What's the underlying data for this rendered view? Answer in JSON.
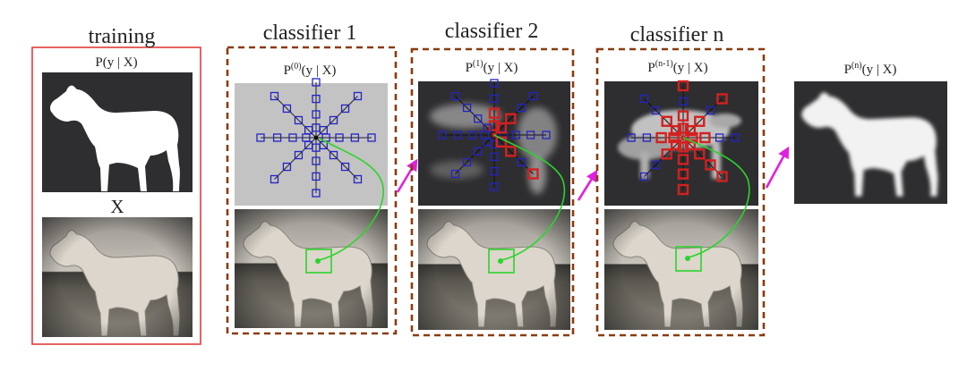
{
  "stages": [
    {
      "id": "training",
      "title": "training",
      "top_label_main": "P(y | X)",
      "bottom_label": "X"
    },
    {
      "id": "classifier-1",
      "title": "classifier 1",
      "label_main": "P",
      "label_sup": "(0)",
      "label_rest": "(y | X)"
    },
    {
      "id": "classifier-2",
      "title": "classifier 2",
      "label_main": "P",
      "label_sup": "(1)",
      "label_rest": "(y | X)"
    },
    {
      "id": "classifier-n",
      "title": "classifier n",
      "label_main": "P",
      "label_sup": "(n-1)",
      "label_rest": "(y | X)"
    },
    {
      "id": "output",
      "label_main": "P",
      "label_sup": "(n)",
      "label_rest": "(y | X)"
    }
  ],
  "colors": {
    "training_border": "#e23b3b",
    "classifier_border": "#8b3a0f",
    "context_blue": "#2323c8",
    "context_red": "#d42020",
    "link_green": "#2bd42b",
    "arrow_magenta": "#e020e0",
    "dark_bg": "#2e2e30",
    "gray_map": "#c3c3c3"
  },
  "icons": [
    "horse-silhouette-image",
    "horse-photo-image",
    "context-pattern-image",
    "arrow-icon"
  ]
}
